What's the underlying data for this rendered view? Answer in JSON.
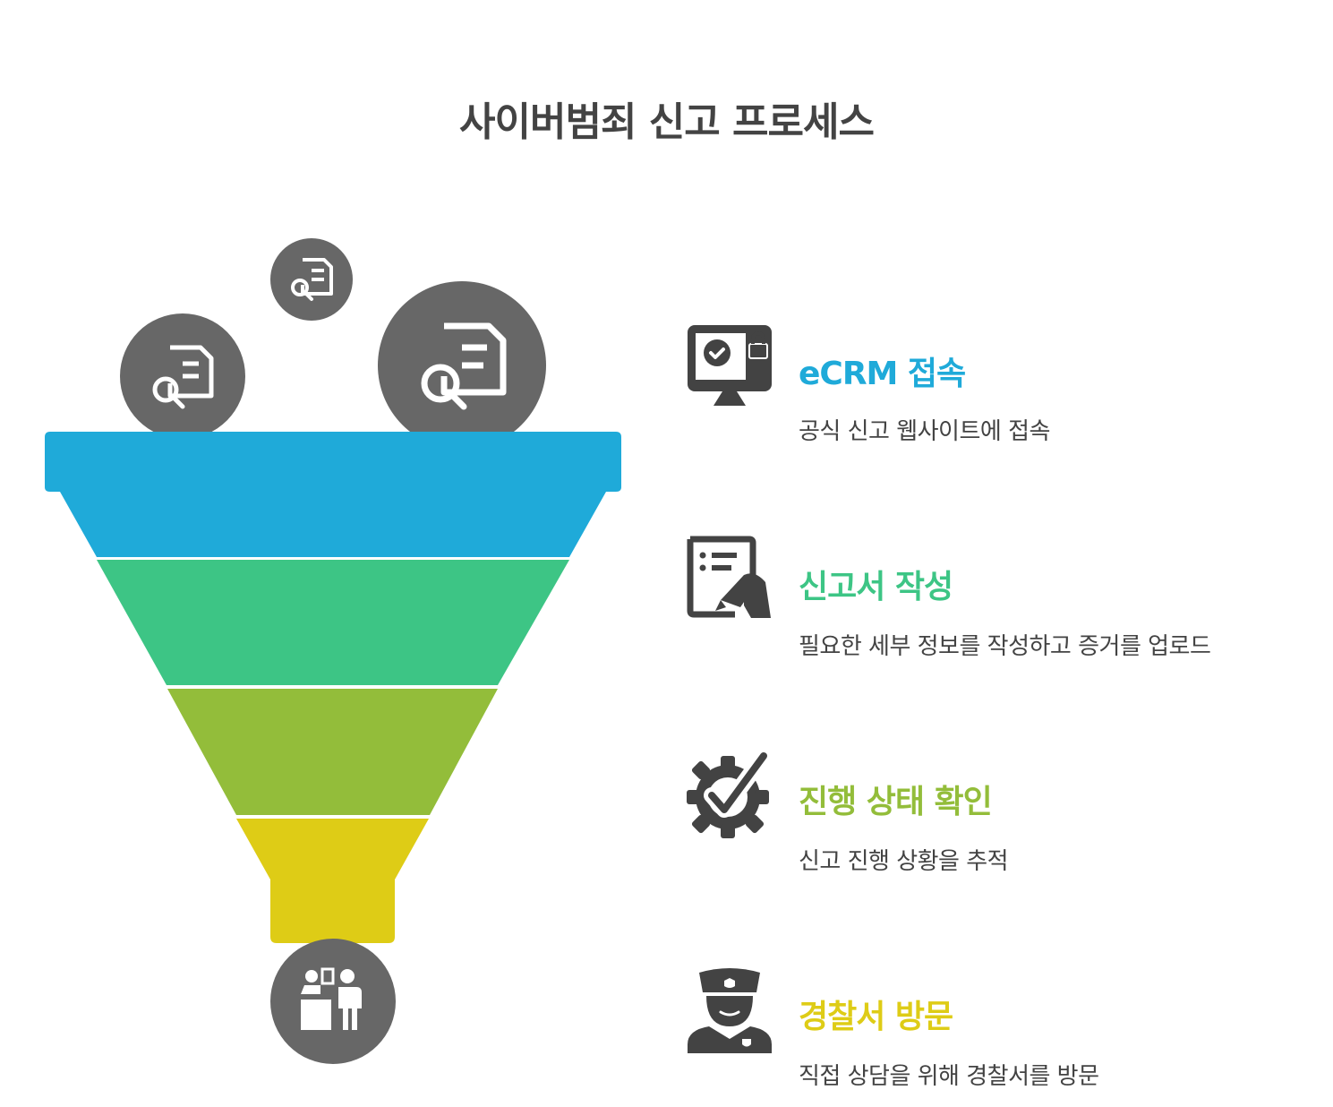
{
  "title": "사이버범죄 신고 프로세스",
  "colors": {
    "icon_gray": "#676767",
    "step1": "#1faad9",
    "step2": "#3dc585",
    "step3": "#93bd3a",
    "step4": "#decc16",
    "text": "#434343"
  },
  "top_icons": [
    "document-search-icon",
    "document-search-icon",
    "document-search-icon"
  ],
  "bottom_icon": "police-desk-icon",
  "steps": [
    {
      "title": "eCRM 접속",
      "description": "공식 신고 웹사이트에 접속",
      "icon": "monitor-lock-icon"
    },
    {
      "title": "신고서 작성",
      "description": "필요한 세부 정보를 작성하고 증거를 업로드",
      "icon": "form-write-icon"
    },
    {
      "title": "진행 상태 확인",
      "description": "신고 진행 상황을 추적",
      "icon": "gear-check-icon"
    },
    {
      "title": "경찰서 방문",
      "description": "직접 상담을 위해 경찰서를 방문",
      "icon": "police-officer-icon"
    }
  ]
}
